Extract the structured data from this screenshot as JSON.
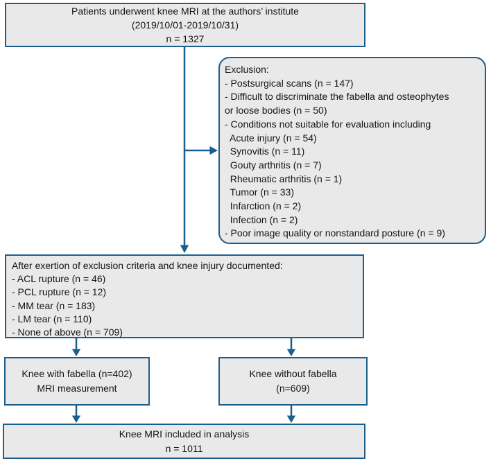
{
  "colors": {
    "accent": "#1b5e8e",
    "boxFill": "#e9e9e9",
    "ink": "#141414",
    "page": "#ffffff"
  },
  "diagram": {
    "type": "patient-flowchart",
    "nodes": {
      "source": {
        "text": "Patients underwent knee MRI at the authors’ institute\n(2019/10/01-2019/10/31)\nn = 1327",
        "n": 1327
      },
      "exclusion": {
        "text": "Exclusion:\n- Postsurgical scans (n = 147)\n- Difficult to discriminate the fabella and osteophytes\nor loose bodies (n = 50)\n- Conditions not suitable for evaluation including\n  Acute injury (n = 54)\n  Synovitis (n = 11)\n  Gouty arthritis (n = 7)\n  Rheumatic arthritis (n = 1)\n  Tumor (n = 33)\n  Infarction (n = 2)\n  Infection (n = 2)\n- Poor image quality or nonstandard posture (n = 9)"
      },
      "eligible": {
        "text": "After exertion of exclusion criteria and knee injury documented:\n- ACL rupture (n = 46)\n- PCL rupture (n = 12)\n- MM tear (n = 183)\n- LM tear (n = 110)\n- None of above (n = 709)"
      },
      "with_fabella": {
        "text": "Knee with fabella (n=402)\nMRI measurement",
        "n": 402
      },
      "without_fabella": {
        "text": "Knee without fabella\n(n=609)",
        "n": 609
      },
      "analysis": {
        "text": "Knee MRI included in analysis\nn = 1011",
        "n": 1011
      }
    },
    "edges": [
      {
        "from": "source",
        "to": "eligible"
      },
      {
        "from": "source",
        "to": "exclusion"
      },
      {
        "from": "eligible",
        "to": "with_fabella"
      },
      {
        "from": "eligible",
        "to": "without_fabella"
      },
      {
        "from": "with_fabella",
        "to": "analysis"
      },
      {
        "from": "without_fabella",
        "to": "analysis"
      }
    ]
  }
}
